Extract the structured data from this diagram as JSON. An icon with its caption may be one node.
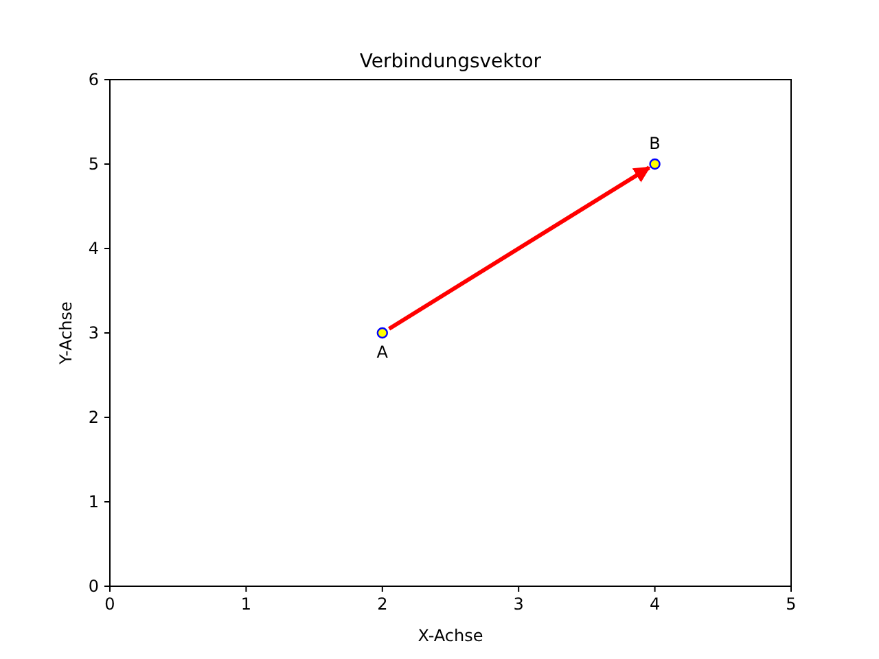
{
  "diagram": {
    "nodes": [
      {
        "text": [
          "A"
        ]
      },
      {
        "text": [
          "B"
        ]
      }
    ],
    "edges": [
      {
        "from": 0,
        "to": 1,
        "arrow": "to",
        "color": "#ff0000"
      }
    ],
    "chart_data": {
      "type": "scatter",
      "title": "Verbindungsvektor",
      "xlabel": "X-Achse",
      "ylabel": "Y-Achse",
      "x": [
        2,
        4
      ],
      "series": [
        {
          "color": "#ffff00",
          "values": [
            3,
            5
          ]
        }
      ],
      "xlim": [
        0,
        5
      ],
      "ylim": [
        0,
        6
      ],
      "xticks": [
        0,
        1,
        2,
        3,
        4,
        5
      ],
      "yticks": [
        0,
        1,
        2,
        3,
        4,
        5,
        6
      ]
    }
  }
}
